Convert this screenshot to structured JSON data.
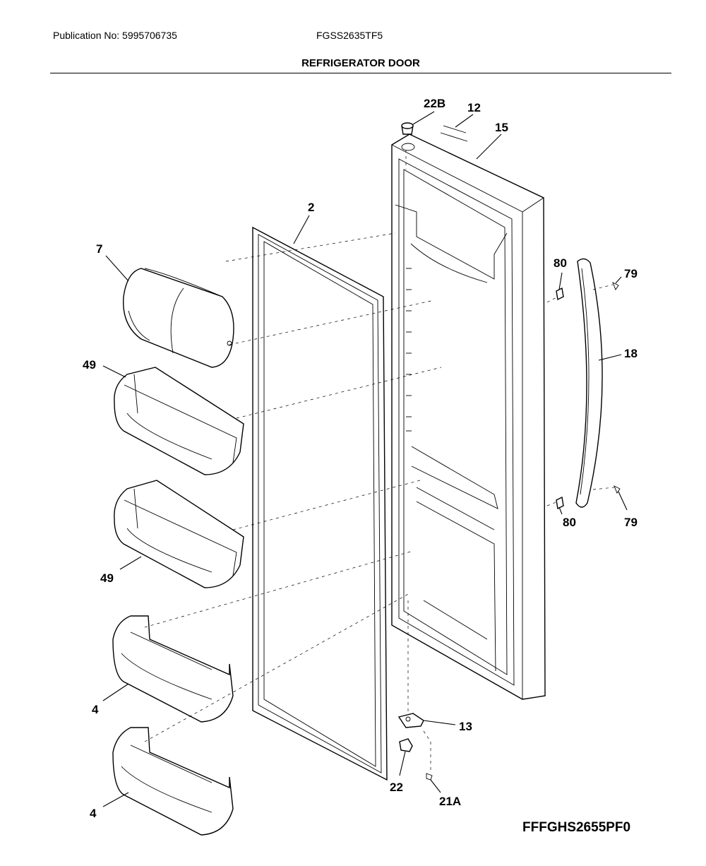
{
  "header": {
    "publication": "Publication No: 5995706735",
    "model": "FGSS2635TF5",
    "title": "REFRIGERATOR DOOR"
  },
  "footer": {
    "code": "FFFGHS2655PF0"
  },
  "callouts": {
    "p22b": "22B",
    "p12": "12",
    "p15": "15",
    "p2": "2",
    "p7": "7",
    "p80_top": "80",
    "p79_top": "79",
    "p18": "18",
    "p49_top": "49",
    "p49_bottom": "49",
    "p80_bottom": "80",
    "p79_bottom": "79",
    "p4_top": "4",
    "p4_bottom": "4",
    "p13": "13",
    "p22": "22",
    "p21a": "21A"
  }
}
